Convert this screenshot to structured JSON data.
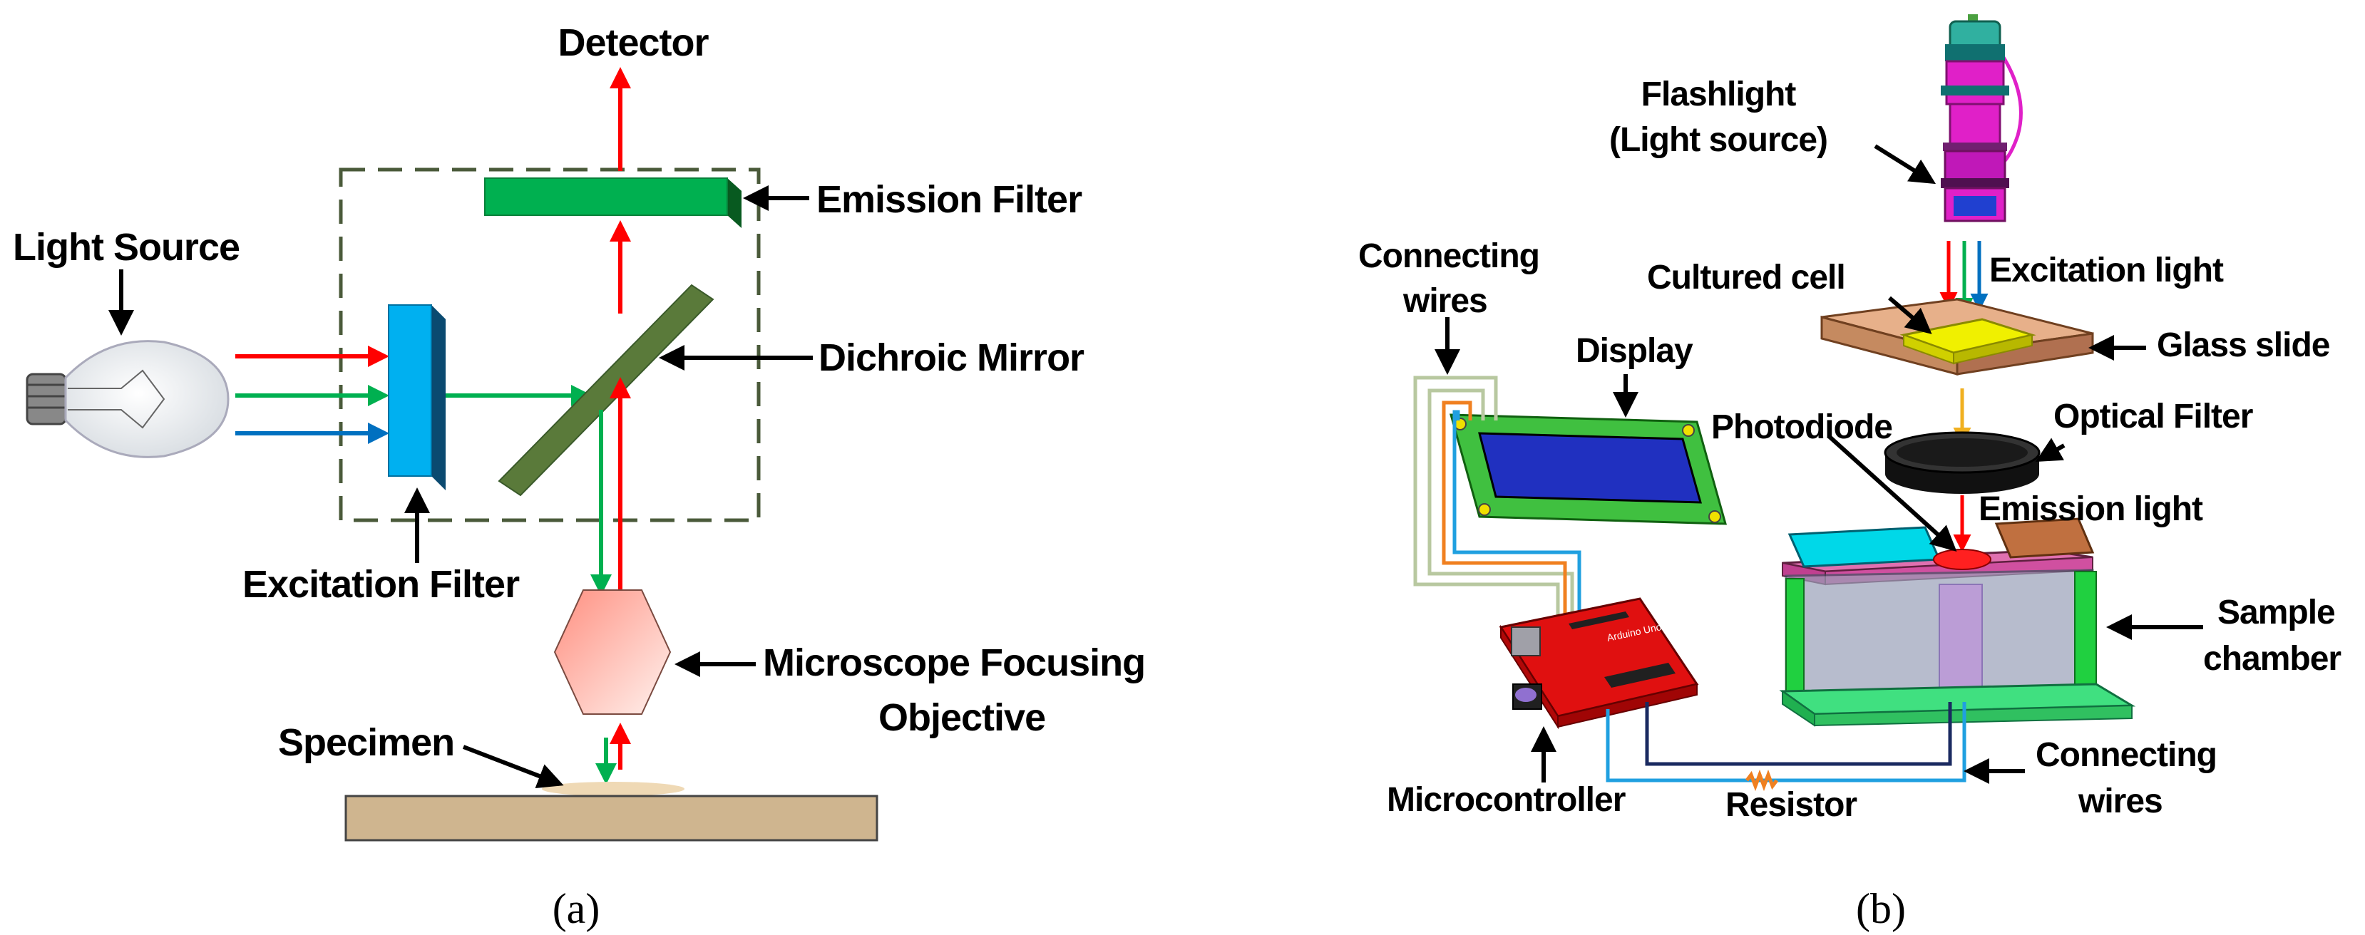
{
  "panel_a": {
    "caption": "(a)",
    "labels": {
      "detector": "Detector",
      "emission_filter": "Emission Filter",
      "light_source": "Light Source",
      "dichroic_mirror": "Dichroic Mirror",
      "excitation_filter": "Excitation Filter",
      "objective_line1": "Microscope Focusing",
      "objective_line2": "Objective",
      "specimen": "Specimen"
    }
  },
  "panel_b": {
    "caption": "(b)",
    "labels": {
      "flashlight_line1": "Flashlight",
      "flashlight_line2": "(Light source)",
      "connecting_wires_top_line1": "Connecting",
      "connecting_wires_top_line2": "wires",
      "cultured_cell": "Cultured cell",
      "excitation_light": "Excitation light",
      "glass_slide": "Glass slide",
      "display": "Display",
      "photodiode": "Photodiode",
      "optical_filter": "Optical Filter",
      "emission_light": "Emission light",
      "sample_chamber_line1": "Sample",
      "sample_chamber_line2": "chamber",
      "connecting_wires_bottom_line1": "Connecting",
      "connecting_wires_bottom_line2": "wires",
      "microcontroller": "Microcontroller",
      "resistor": "Resistor",
      "board_text": "Arduino Uno"
    }
  },
  "colors": {
    "red_light": "#ff0000",
    "green_light": "#00b050",
    "blue_light": "#0070c0",
    "emission_filter": "#00b050",
    "excitation_filter": "#00b0f0",
    "dichroic_mirror": "#5a7a3a",
    "specimen_stage": "#cfb58f",
    "flashlight": "#e020c8",
    "arduino": "#e01010",
    "display_screen": "#2030c0",
    "display_board": "#40c040"
  }
}
